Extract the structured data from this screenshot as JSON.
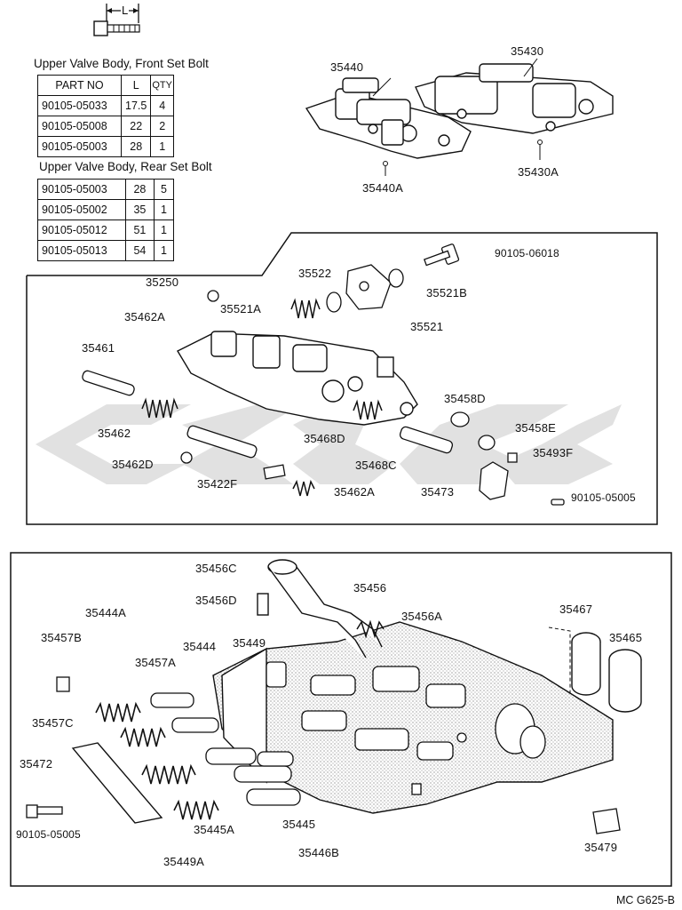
{
  "header": {
    "bolt_dim_label": "L"
  },
  "front_bolt_table": {
    "title": "Upper Valve Body, Front Set Bolt",
    "columns": [
      "PART NO",
      "L",
      "QTY"
    ],
    "rows": [
      [
        "90105-05033",
        "17.5",
        "4"
      ],
      [
        "90105-05008",
        "22",
        "2"
      ],
      [
        "90105-05003",
        "28",
        "1"
      ]
    ]
  },
  "rear_bolt_table": {
    "title": "Upper Valve Body, Rear Set Bolt",
    "rows": [
      [
        "90105-05003",
        "28",
        "5"
      ],
      [
        "90105-05002",
        "35",
        "1"
      ],
      [
        "90105-05012",
        "51",
        "1"
      ],
      [
        "90105-05013",
        "54",
        "1"
      ]
    ]
  },
  "top_callouts": [
    "35440",
    "35430",
    "35440A",
    "35430A"
  ],
  "middle_callouts": [
    "35522",
    "90105-06018",
    "35250",
    "35521B",
    "35521A",
    "35521",
    "35462A",
    "35461",
    "35458D",
    "35462",
    "35458E",
    "35468D",
    "35493F",
    "35462D",
    "35468C",
    "35422F",
    "35462A",
    "35473",
    "90105-05005"
  ],
  "bottom_callouts": [
    "35456C",
    "35456",
    "35456D",
    "35456A",
    "35467",
    "35444A",
    "35465",
    "35457B",
    "35444",
    "35449",
    "35457A",
    "35457C",
    "35472",
    "35445",
    "90105-05005",
    "35445A",
    "35446B",
    "35449A",
    "35479"
  ],
  "catalog_code": "MC G625-B",
  "colors": {
    "ink": "#111111",
    "stipple": "#6a6a6a",
    "watermark": "#d9d9d9"
  }
}
